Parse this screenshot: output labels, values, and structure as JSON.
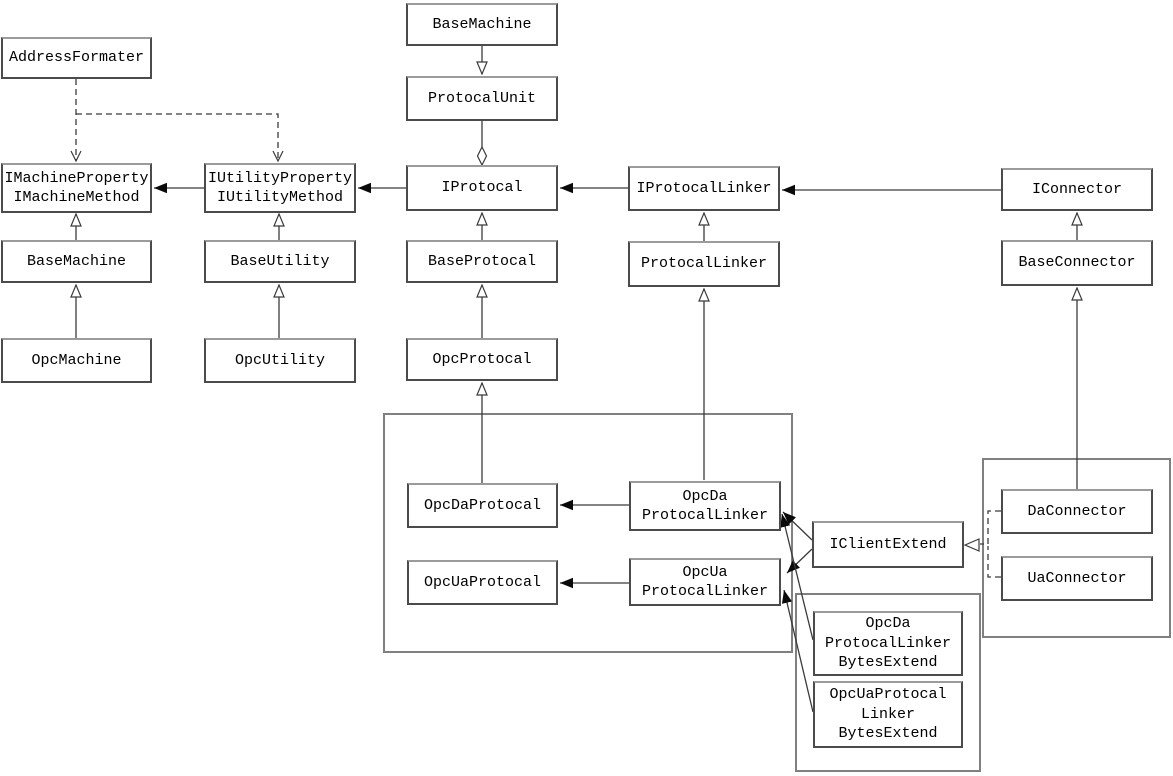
{
  "colors": {
    "background": "#ffffff",
    "line": "#3b3b3b",
    "box_border": "#4b4b4b",
    "box_border_top": "#9b9b9b",
    "group_border": "#808080",
    "text": "#000000"
  },
  "nodes": {
    "address_formater": {
      "label": "AddressFormater"
    },
    "i_machine": {
      "label": "IMachineProperty\nIMachineMethod"
    },
    "base_machine_left": {
      "label": "BaseMachine"
    },
    "opc_machine": {
      "label": "OpcMachine"
    },
    "i_utility": {
      "label": "IUtilityProperty\nIUtilityMethod"
    },
    "base_utility": {
      "label": "BaseUtility"
    },
    "opc_utility": {
      "label": "OpcUtility"
    },
    "base_machine_top": {
      "label": "BaseMachine"
    },
    "protocal_unit": {
      "label": "ProtocalUnit"
    },
    "i_protocal": {
      "label": "IProtocal"
    },
    "base_protocal": {
      "label": "BaseProtocal"
    },
    "opc_protocal": {
      "label": "OpcProtocal"
    },
    "i_protocal_linker": {
      "label": "IProtocalLinker"
    },
    "protocal_linker": {
      "label": "ProtocalLinker"
    },
    "opc_da_protocal": {
      "label": "OpcDaProtocal"
    },
    "opc_da_protocal_linker": {
      "label": "OpcDa\nProtocalLinker"
    },
    "opc_ua_protocal": {
      "label": "OpcUaProtocal"
    },
    "opc_ua_protocal_linker": {
      "label": "OpcUa\nProtocalLinker"
    },
    "i_client_extend": {
      "label": "IClientExtend"
    },
    "i_connector": {
      "label": "IConnector"
    },
    "base_connector": {
      "label": "BaseConnector"
    },
    "da_connector": {
      "label": "DaConnector"
    },
    "ua_connector": {
      "label": "UaConnector"
    },
    "opc_da_bytes_extend": {
      "label": "OpcDa\nProtocalLinker\nBytesExtend"
    },
    "opc_ua_bytes_extend": {
      "label": "OpcUaProtocal\nLinker\nBytesExtend"
    }
  },
  "relationships": [
    {
      "from": "BaseMachine (left)",
      "to": "IMachineProperty/IMachineMethod",
      "type": "generalization"
    },
    {
      "from": "OpcMachine",
      "to": "BaseMachine (left)",
      "type": "generalization"
    },
    {
      "from": "BaseUtility",
      "to": "IUtilityProperty/IUtilityMethod",
      "type": "generalization"
    },
    {
      "from": "OpcUtility",
      "to": "BaseUtility",
      "type": "generalization"
    },
    {
      "from": "BaseProtocal",
      "to": "IProtocal",
      "type": "generalization"
    },
    {
      "from": "OpcProtocal",
      "to": "BaseProtocal",
      "type": "generalization"
    },
    {
      "from": "OpcDaProtocal",
      "to": "OpcProtocal",
      "type": "generalization"
    },
    {
      "from": "ProtocalLinker",
      "to": "IProtocalLinker",
      "type": "generalization"
    },
    {
      "from": "OpcDa ProtocalLinker",
      "to": "ProtocalLinker",
      "type": "generalization"
    },
    {
      "from": "BaseConnector",
      "to": "IConnector",
      "type": "generalization"
    },
    {
      "from": "DaConnector",
      "to": "BaseConnector",
      "type": "generalization"
    },
    {
      "from": "BaseMachine (top)",
      "to": "ProtocalUnit",
      "type": "generalization-arrow-down"
    },
    {
      "from": "ProtocalUnit",
      "to": "IProtocal",
      "type": "aggregation"
    },
    {
      "from": "IUtilityProperty/IUtilityMethod",
      "to": "IMachineProperty/IMachineMethod",
      "type": "association"
    },
    {
      "from": "IProtocal",
      "to": "IUtilityProperty/IUtilityMethod",
      "type": "association"
    },
    {
      "from": "IProtocalLinker",
      "to": "IProtocal",
      "type": "association"
    },
    {
      "from": "IConnector",
      "to": "IProtocalLinker",
      "type": "association"
    },
    {
      "from": "OpcDa ProtocalLinker",
      "to": "OpcDaProtocal",
      "type": "association"
    },
    {
      "from": "OpcUa ProtocalLinker",
      "to": "OpcUaProtocal",
      "type": "association"
    },
    {
      "from": "IClientExtend",
      "to": "OpcDa ProtocalLinker",
      "type": "association"
    },
    {
      "from": "IClientExtend",
      "to": "OpcUa ProtocalLinker",
      "type": "association"
    },
    {
      "from": "OpcDa ProtocalLinker BytesExtend",
      "to": "OpcDa ProtocalLinker",
      "type": "association"
    },
    {
      "from": "OpcUaProtocal Linker BytesExtend",
      "to": "OpcUa ProtocalLinker",
      "type": "association"
    },
    {
      "from": "AddressFormater",
      "to": "IMachineProperty/IMachineMethod",
      "type": "dependency"
    },
    {
      "from": "AddressFormater",
      "to": "IUtilityProperty/IUtilityMethod",
      "type": "dependency"
    },
    {
      "from": "DaConnector",
      "to": "IClientExtend",
      "type": "realization"
    },
    {
      "from": "UaConnector",
      "to": "IClientExtend",
      "type": "realization"
    }
  ]
}
